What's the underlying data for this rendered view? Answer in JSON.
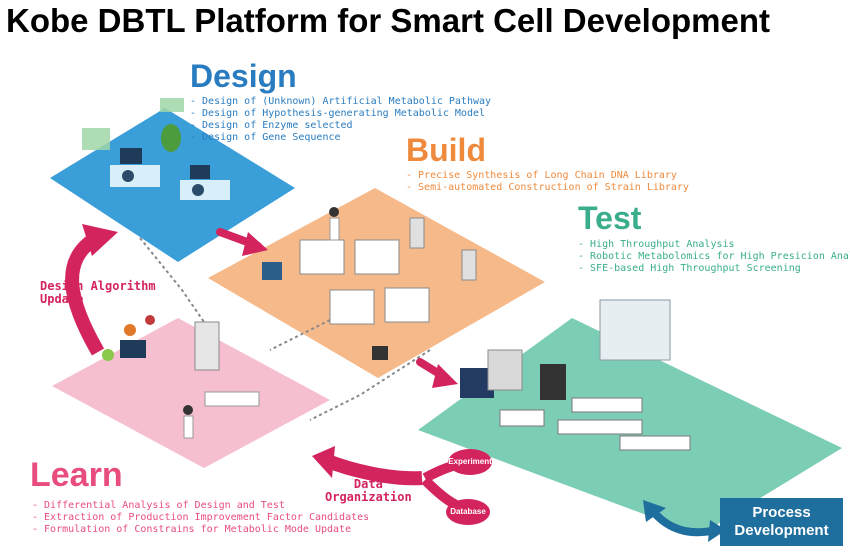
{
  "title": "Kobe DBTL Platform for Smart Cell Development",
  "colors": {
    "design": "#2a7cc0",
    "build": "#ef8a3c",
    "test": "#3aae8c",
    "learn": "#e84d7e",
    "arrow": "#d4245e",
    "process": "#1e6e9e"
  },
  "design": {
    "heading": "Design",
    "items": [
      "- Design of (Unknown) Artificial Metabolic Pathway",
      "- Design of Hypothesis-generating Metabolic Model",
      "- Design of Enzyme selected",
      "- Design of Gene Sequence"
    ]
  },
  "build": {
    "heading": "Build",
    "items": [
      "- Precise Synthesis of Long Chain DNA Library",
      "- Semi-automated Construction of Strain Library"
    ]
  },
  "test": {
    "heading": "Test",
    "items": [
      "- High Throughput Analysis",
      "- Robotic Metabolomics for High Presicion Analysis",
      "- SFE-based High Throughput Screening"
    ]
  },
  "learn": {
    "heading": "Learn",
    "items": [
      "- Differential Analysis of Design and Test",
      "- Extraction of Production Improvement Factor Candidates",
      "- Formulation of Constrains for Metabolic Mode Update"
    ]
  },
  "labels": {
    "design_algorithm_line1": "Design Algorithm",
    "design_algorithm_line2": "Update",
    "data_org_line1": "Data",
    "data_org_line2": "Organization",
    "experiment": "Experiment",
    "database": "Database",
    "process_line1": "Process",
    "process_line2": "Development"
  }
}
